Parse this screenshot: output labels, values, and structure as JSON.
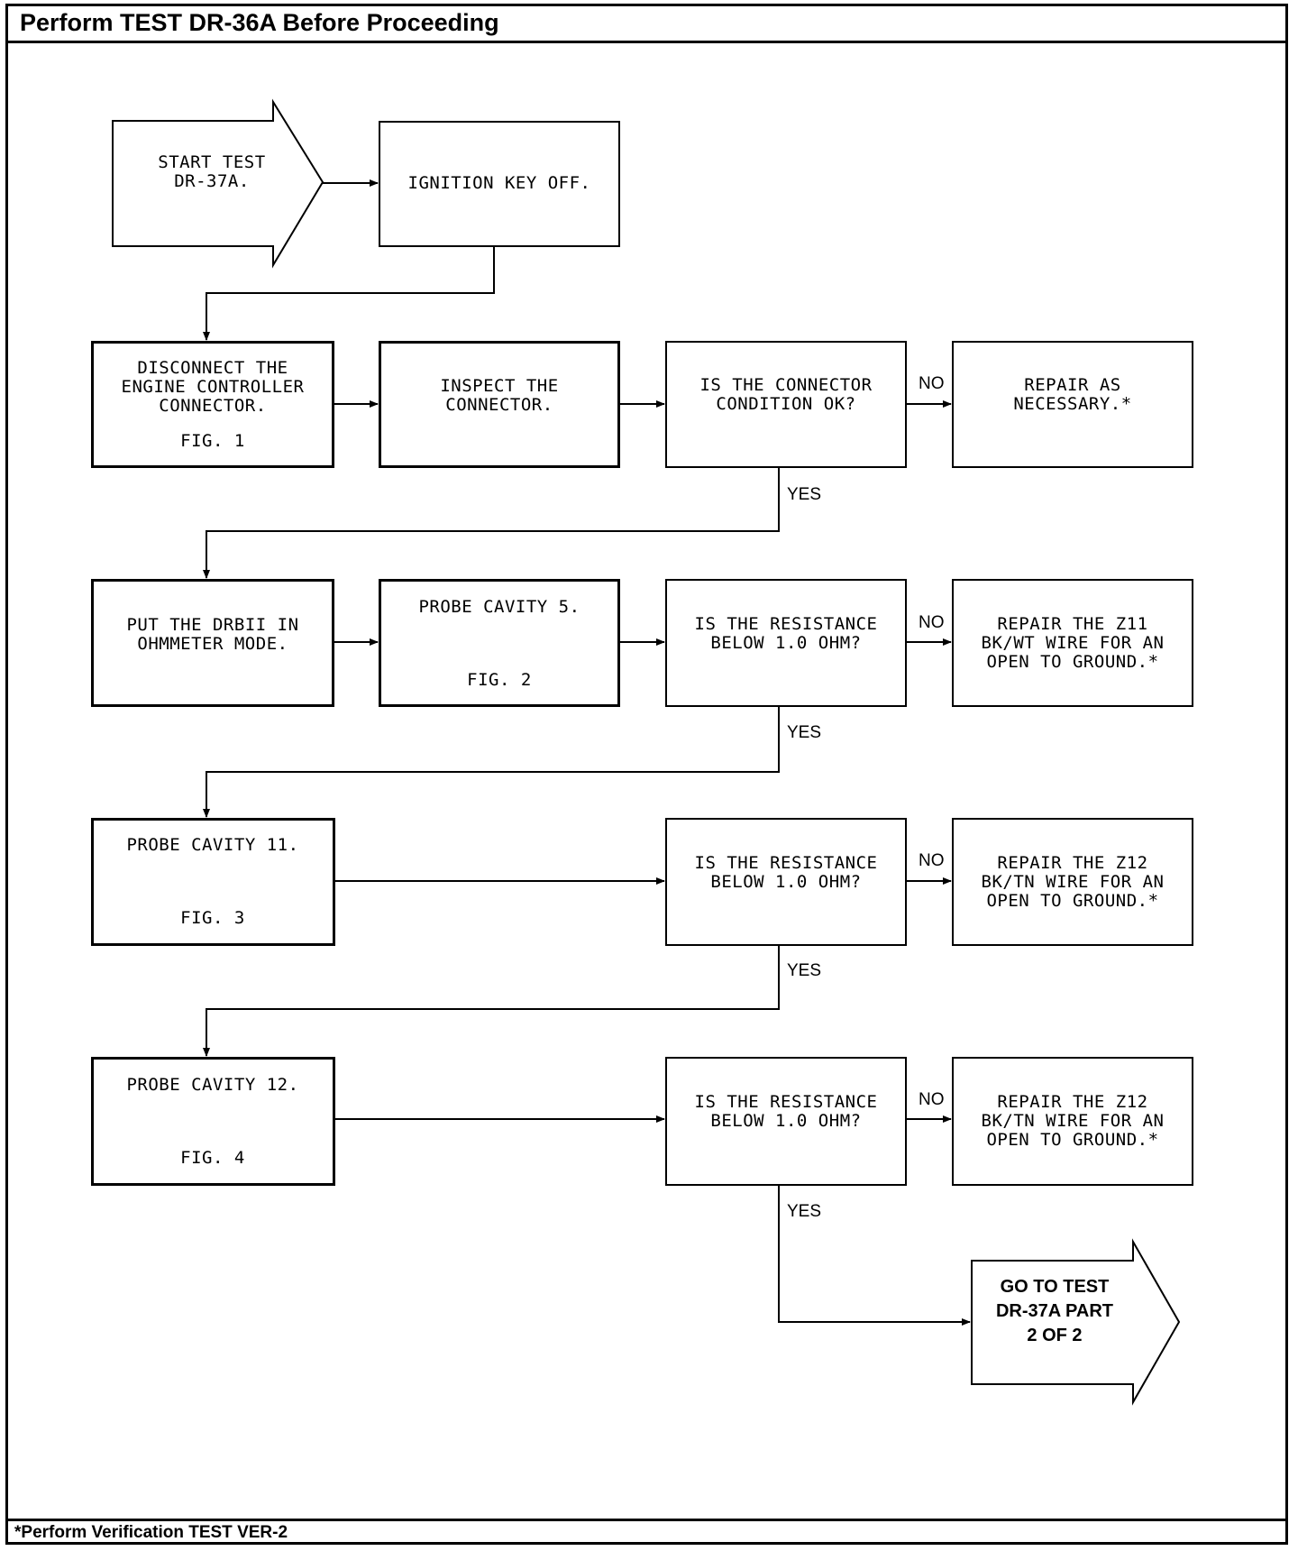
{
  "header": {
    "title": "Perform TEST DR-36A Before Proceeding"
  },
  "footer": {
    "note": "*Perform Verification TEST VER-2"
  },
  "flow": {
    "start": "START TEST\nDR-37A.",
    "ignition": "IGNITION KEY OFF.",
    "disconnect": "DISCONNECT THE\nENGINE CONTROLLER\nCONNECTOR.",
    "disconnect_fig": "FIG. 1",
    "inspect": "INSPECT THE\nCONNECTOR.",
    "q_connector": "IS THE CONNECTOR\nCONDITION OK?",
    "repair_necessary": "REPAIR AS\nNECESSARY.*",
    "drbii": "PUT THE DRBII IN\nOHMMETER MODE.",
    "probe5": "PROBE CAVITY 5.",
    "probe5_fig": "FIG. 2",
    "q_res1": "IS THE RESISTANCE\nBELOW 1.0 OHM?",
    "repair_z11": "REPAIR THE Z11\nBK/WT WIRE FOR AN\nOPEN TO GROUND.*",
    "probe11": "PROBE CAVITY 11.",
    "probe11_fig": "FIG. 3",
    "q_res2": "IS THE RESISTANCE\nBELOW 1.0 OHM?",
    "repair_z12a": "REPAIR THE Z12\nBK/TN WIRE FOR AN\nOPEN TO GROUND.*",
    "probe12": "PROBE CAVITY 12.",
    "probe12_fig": "FIG. 4",
    "q_res3": "IS THE RESISTANCE\nBELOW 1.0 OHM?",
    "repair_z12b": "REPAIR THE Z12\nBK/TN WIRE FOR AN\nOPEN TO GROUND.*",
    "goto": "GO TO TEST\nDR-37A PART\n2 OF 2"
  },
  "labels": {
    "no": "NO",
    "yes": "YES"
  }
}
